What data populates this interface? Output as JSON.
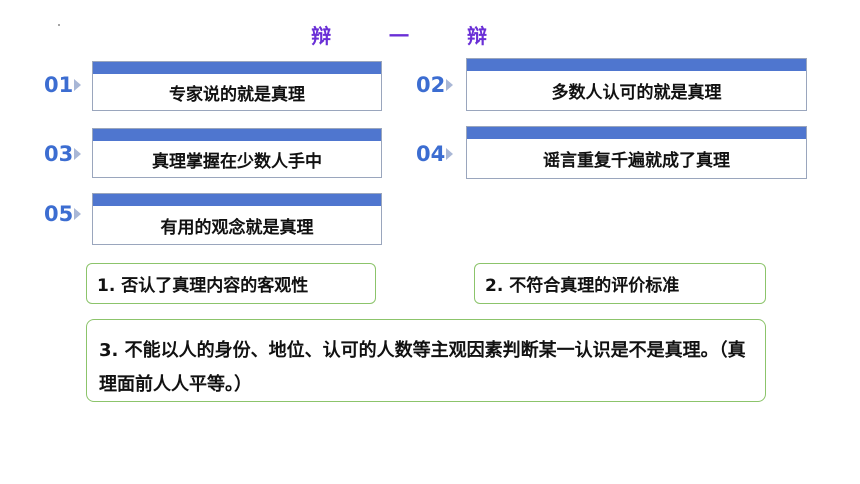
{
  "title": {
    "c1": "辩",
    "c2": "一",
    "c3": "辩"
  },
  "items": [
    {
      "num": "01",
      "text": "专家说的就是真理"
    },
    {
      "num": "02",
      "text": "多数人认可的就是真理"
    },
    {
      "num": "03",
      "text": "真理掌握在少数人手中"
    },
    {
      "num": "04",
      "text": "谣言重复千遍就成了真理"
    },
    {
      "num": "05",
      "text": "有用的观念就是真理"
    }
  ],
  "answers": [
    "1. 否认了真理内容的客观性",
    "2. 不符合真理的评价标准",
    "3. 不能以人的身份、地位、认可的人数等主观因素判断某一认识是不是真理。（真理面前人人平等。）"
  ],
  "colors": {
    "accent": "#4f76cf",
    "title": "#6a2fd6",
    "number": "#3c6dd1",
    "answer_border": "#8cc46b"
  }
}
